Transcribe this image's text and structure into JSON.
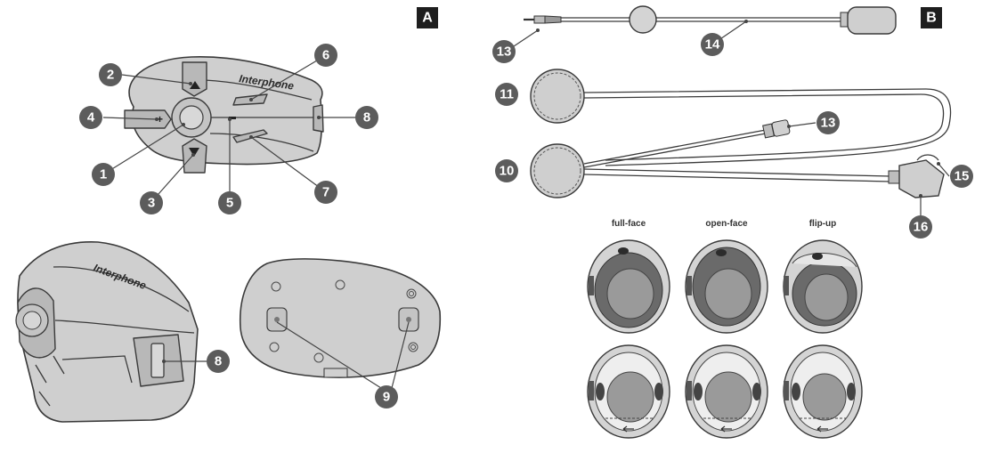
{
  "panels": {
    "a": {
      "tag": "A",
      "brand": "Interphone"
    },
    "b": {
      "tag": "B"
    }
  },
  "callouts": {
    "c1": "1",
    "c2": "2",
    "c3": "3",
    "c4": "4",
    "c5": "5",
    "c6": "6",
    "c7": "7",
    "c8_top": "8",
    "c8_side": "8",
    "c9": "9",
    "c10": "10",
    "c11": "11",
    "c13_boom": "13",
    "c13_cable": "13",
    "c14": "14",
    "c15": "15",
    "c16": "16"
  },
  "helmet_labels": {
    "full_face": "full-face",
    "open_face": "open-face",
    "flip_up": "flip-up"
  },
  "icons": [
    "up-arrow-icon",
    "down-arrow-icon",
    "plus-icon",
    "minus-icon"
  ]
}
